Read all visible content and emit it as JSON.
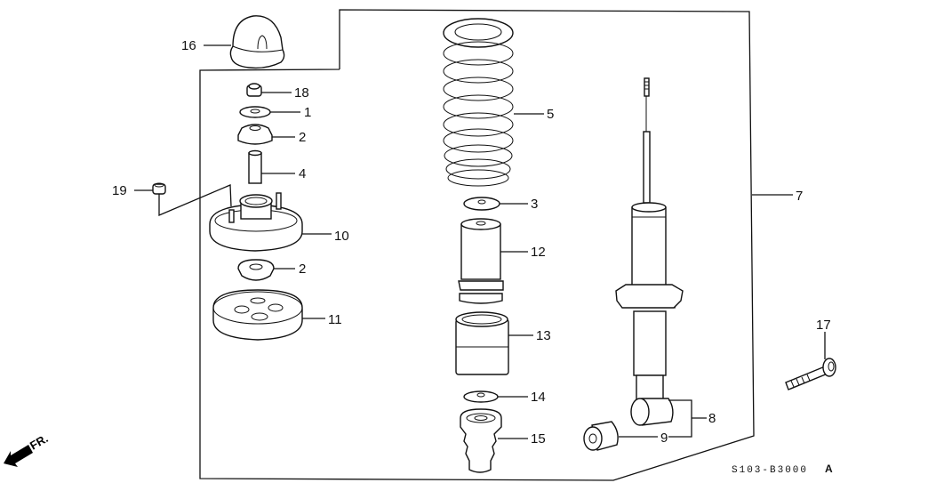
{
  "diagram": {
    "title": "Rear shock absorber exploded parts diagram",
    "drawing_code": "S103-B3000",
    "drawing_code_suffix": "A",
    "direction_indicator": "FR.",
    "parts": [
      {
        "ref": "1",
        "name": "washer"
      },
      {
        "ref": "2",
        "name": "upper-bushing"
      },
      {
        "ref": "2",
        "name": "lower-bushing"
      },
      {
        "ref": "3",
        "name": "spring-seat-washer"
      },
      {
        "ref": "4",
        "name": "collar"
      },
      {
        "ref": "5",
        "name": "coil-spring"
      },
      {
        "ref": "7",
        "name": "shock-absorber-assembly"
      },
      {
        "ref": "8",
        "name": "shock-absorber-lower-eye"
      },
      {
        "ref": "9",
        "name": "bushing"
      },
      {
        "ref": "10",
        "name": "mount-base"
      },
      {
        "ref": "11",
        "name": "mount-rubber"
      },
      {
        "ref": "12",
        "name": "dust-boot"
      },
      {
        "ref": "13",
        "name": "spring-seat-rubber"
      },
      {
        "ref": "14",
        "name": "bump-stop-plate"
      },
      {
        "ref": "15",
        "name": "bump-stop-rubber"
      },
      {
        "ref": "16",
        "name": "mount-cap"
      },
      {
        "ref": "17",
        "name": "bolt"
      },
      {
        "ref": "18",
        "name": "self-locking-nut"
      },
      {
        "ref": "19",
        "name": "flange-nut"
      }
    ],
    "labels": {
      "l1": "1",
      "l2a": "2",
      "l2b": "2",
      "l3": "3",
      "l4": "4",
      "l5": "5",
      "l7": "7",
      "l8": "8",
      "l9": "9",
      "l10": "10",
      "l11": "11",
      "l12": "12",
      "l13": "13",
      "l14": "14",
      "l15": "15",
      "l16": "16",
      "l17": "17",
      "l18": "18",
      "l19": "19"
    }
  }
}
